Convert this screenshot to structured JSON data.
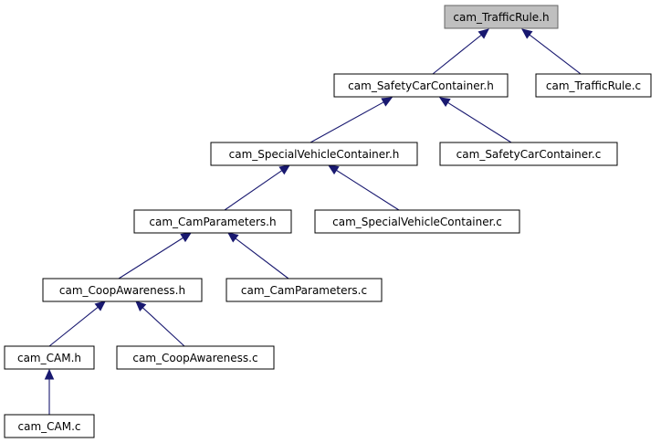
{
  "diagram": {
    "nodes": [
      {
        "id": "traffic_rule_h",
        "label": "cam_TrafficRule.h",
        "root": true
      },
      {
        "id": "safety_car_container_h",
        "label": "cam_SafetyCarContainer.h"
      },
      {
        "id": "traffic_rule_c",
        "label": "cam_TrafficRule.c"
      },
      {
        "id": "special_vehicle_container_h",
        "label": "cam_SpecialVehicleContainer.h"
      },
      {
        "id": "safety_car_container_c",
        "label": "cam_SafetyCarContainer.c"
      },
      {
        "id": "cam_parameters_h",
        "label": "cam_CamParameters.h"
      },
      {
        "id": "special_vehicle_container_c",
        "label": "cam_SpecialVehicleContainer.c"
      },
      {
        "id": "coop_awareness_h",
        "label": "cam_CoopAwareness.h"
      },
      {
        "id": "cam_parameters_c",
        "label": "cam_CamParameters.c"
      },
      {
        "id": "cam_h",
        "label": "cam_CAM.h"
      },
      {
        "id": "coop_awareness_c",
        "label": "cam_CoopAwareness.c"
      },
      {
        "id": "cam_c",
        "label": "cam_CAM.c"
      }
    ],
    "edges": [
      {
        "from": "safety_car_container_h",
        "to": "traffic_rule_h"
      },
      {
        "from": "traffic_rule_c",
        "to": "traffic_rule_h"
      },
      {
        "from": "special_vehicle_container_h",
        "to": "safety_car_container_h"
      },
      {
        "from": "safety_car_container_c",
        "to": "safety_car_container_h"
      },
      {
        "from": "cam_parameters_h",
        "to": "special_vehicle_container_h"
      },
      {
        "from": "special_vehicle_container_c",
        "to": "special_vehicle_container_h"
      },
      {
        "from": "coop_awareness_h",
        "to": "cam_parameters_h"
      },
      {
        "from": "cam_parameters_c",
        "to": "cam_parameters_h"
      },
      {
        "from": "cam_h",
        "to": "coop_awareness_h"
      },
      {
        "from": "coop_awareness_c",
        "to": "coop_awareness_h"
      },
      {
        "from": "cam_c",
        "to": "cam_h"
      }
    ],
    "colors": {
      "edge": "#191970",
      "root_fill": "#bfbfbf",
      "node_fill": "#ffffff",
      "node_border": "#000000"
    }
  }
}
